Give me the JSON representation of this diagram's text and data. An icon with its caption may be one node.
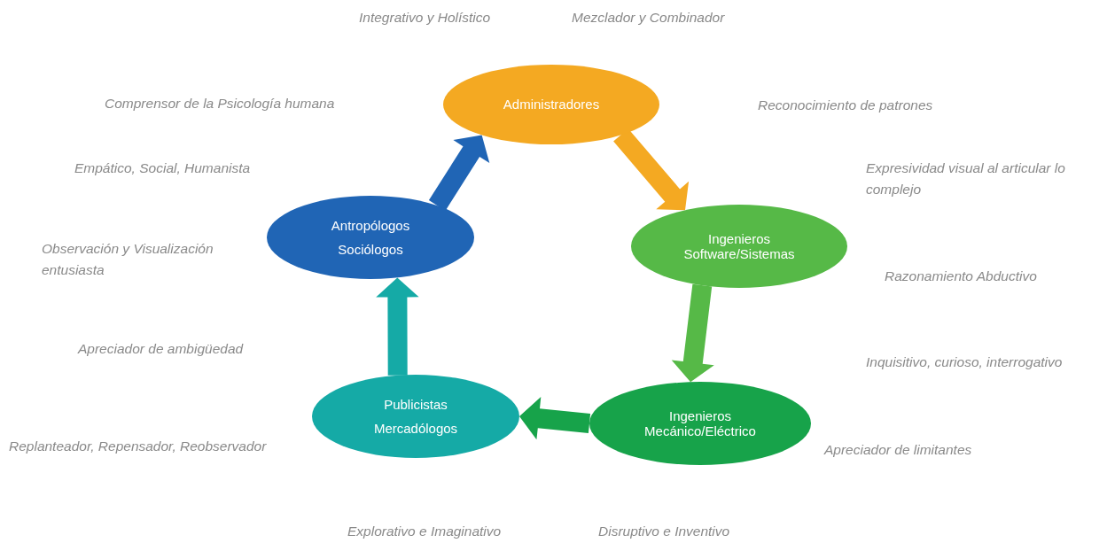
{
  "diagram": {
    "nodes": [
      {
        "text": [
          "Administradores"
        ]
      },
      {
        "text": [
          "Ingenieros",
          "Software/Sistemas"
        ]
      },
      {
        "text": [
          "Ingenieros",
          "Mecánico/Eléctrico"
        ]
      },
      {
        "text": [
          "Publicistas",
          "Mercadólogos"
        ]
      },
      {
        "text": [
          "Antropólogos",
          "Sociólogos"
        ]
      }
    ],
    "edges": [
      {
        "from": 4,
        "to": 0,
        "arrow": "to",
        "style": "thick",
        "color": "#2065b5"
      },
      {
        "from": 0,
        "to": 1,
        "arrow": "to",
        "style": "thick",
        "color": "#f4a922"
      },
      {
        "from": 1,
        "to": 2,
        "arrow": "to",
        "style": "thick",
        "color": "#56b947"
      },
      {
        "from": 2,
        "to": 3,
        "arrow": "to",
        "style": "thick",
        "color": "#17a34a"
      },
      {
        "from": 3,
        "to": 4,
        "arrow": "to",
        "style": "thick",
        "color": "#15aaa6"
      }
    ],
    "labels": [
      "Integrativo y Holístico",
      "Mezclador y Combinador",
      "Comprensor de la Psicología humana",
      "Reconocimiento de patrones",
      "Empático, Social, Humanista",
      "Expresividad visual al articular lo complejo",
      "Observación y Visualización entusiasta",
      "Razonamiento Abductivo",
      "Apreciador de ambigüedad",
      "Inquisitivo, curioso, interrogativo",
      "Replanteador, Repensador, Reobservador",
      "Apreciador de limitantes",
      "Explorativo e Imaginativo",
      "Disruptivo e Inventivo"
    ]
  }
}
